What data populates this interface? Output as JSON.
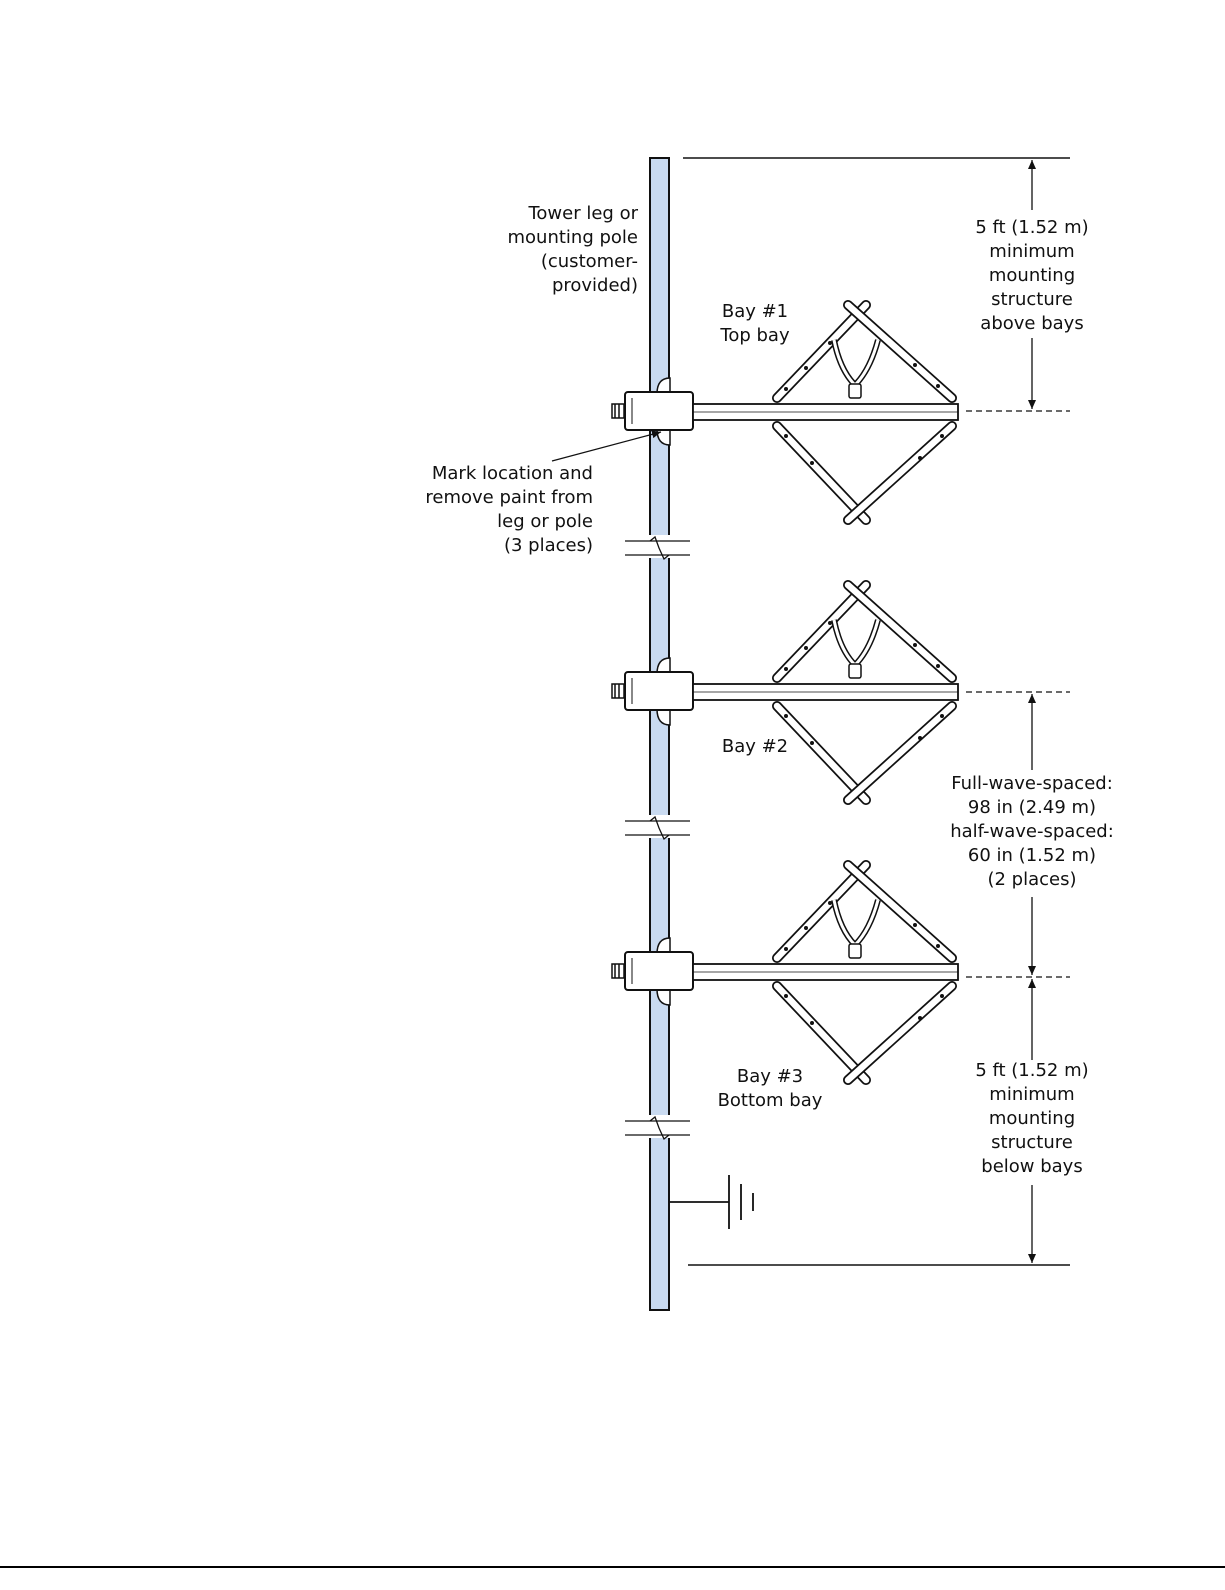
{
  "colors": {
    "pole_fill": "#c9daf0",
    "line": "#111111",
    "element_fill": "#ffffff"
  },
  "labels": {
    "tower_leg": [
      "Tower leg or",
      "mounting pole",
      "(customer-",
      "provided)"
    ],
    "mark_location": [
      "Mark location and",
      "remove paint from",
      "leg or pole",
      "(3 places)"
    ],
    "bay1": [
      "Bay #1",
      "Top bay"
    ],
    "bay2": [
      "Bay #2"
    ],
    "bay3": [
      "Bay #3",
      "Bottom bay"
    ],
    "top_clearance": [
      "5 ft (1.52 m)",
      "minimum",
      "mounting",
      "structure",
      "above bays"
    ],
    "spacing": [
      "Full-wave-spaced:",
      "98 in (2.49 m)",
      "half-wave-spaced:",
      "60 in (1.52 m)",
      "(2 places)"
    ],
    "bottom_clearance": [
      "5 ft (1.52 m)",
      "minimum",
      "mounting",
      "structure",
      "below bays"
    ]
  },
  "icons": {
    "ground": "ground-symbol-icon",
    "pole_break": "break-mark-icon"
  },
  "bays": [
    {
      "name": "Bay #1"
    },
    {
      "name": "Bay #2"
    },
    {
      "name": "Bay #3"
    }
  ]
}
